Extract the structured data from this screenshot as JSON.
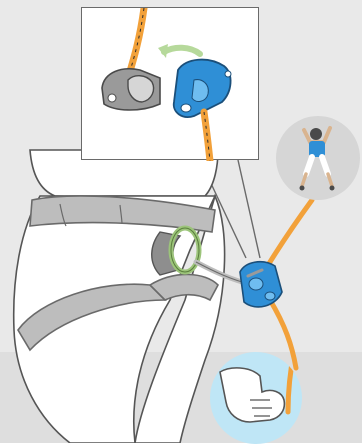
{
  "colors": {
    "background": "#e9e9e9",
    "floor_band": "#dedede",
    "rope": "#f2a13a",
    "rope_dark": "#2b2b2b",
    "device_blue": "#2f8fd6",
    "device_blue_light": "#6fbdf0",
    "device_grey": "#9a9a9a",
    "harness_grey": "#8e8e8e",
    "harness_light": "#bdbdbd",
    "carabiner_green": "#9cc47a",
    "hand_circle": "#bfe6f6",
    "climber_circle": "#d6d6d6",
    "arrow_green": "#b6d99b",
    "inset_border": "#6a6a6a"
  },
  "illustration": {
    "inset_detail": {
      "icon": "belay-device-closeup",
      "arrow_icon": "rotate-arrow"
    },
    "climber_badge": {
      "icon": "climber-figure"
    },
    "hand_badge": {
      "icon": "brake-hand"
    },
    "main": {
      "icon": "harness-with-belay-device"
    }
  }
}
